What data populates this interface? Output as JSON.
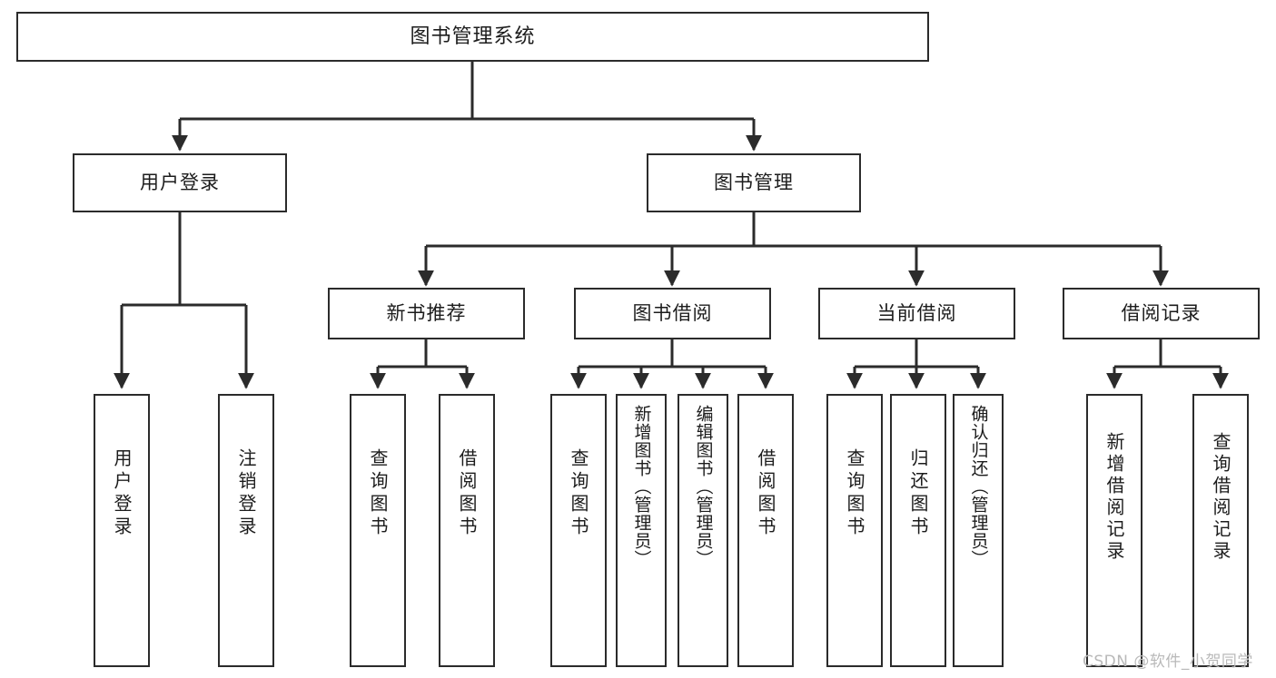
{
  "diagram": {
    "title": "图书管理系统",
    "type": "tree",
    "orientation": "top-down",
    "colors": {
      "box_border": "#2b2b2b",
      "box_fill": "#ffffff",
      "edge": "#2b2b2b",
      "text": "#1c1c1c",
      "watermark": "#b9b9b9",
      "background": "#ffffff"
    },
    "watermark": "CSDN @软件_小贺同学",
    "nodes": {
      "root": {
        "id": "root",
        "label": "图书管理系统",
        "level": 1
      },
      "level2": [
        {
          "id": "user-login",
          "label": "用户登录",
          "level": 2
        },
        {
          "id": "book-manage",
          "label": "图书管理",
          "level": 2
        }
      ],
      "level3": [
        {
          "id": "new-book-recommend",
          "label": "新书推荐",
          "level": 3,
          "parent": "book-manage"
        },
        {
          "id": "book-borrow",
          "label": "图书借阅",
          "level": 3,
          "parent": "book-manage"
        },
        {
          "id": "current-borrow",
          "label": "当前借阅",
          "level": 3,
          "parent": "book-manage"
        },
        {
          "id": "borrow-record",
          "label": "借阅记录",
          "level": 3,
          "parent": "book-manage"
        }
      ],
      "leaves": [
        {
          "id": "leaf-user-login",
          "label": "用户登录",
          "level": 3,
          "parent": "user-login"
        },
        {
          "id": "leaf-logout-login",
          "label": "注销登录",
          "level": 3,
          "parent": "user-login"
        },
        {
          "id": "leaf-query-book-1",
          "label": "查询图书",
          "level": 4,
          "parent": "new-book-recommend"
        },
        {
          "id": "leaf-borrow-book-1",
          "label": "借阅图书",
          "level": 4,
          "parent": "new-book-recommend"
        },
        {
          "id": "leaf-query-book-2",
          "label": "查询图书",
          "level": 4,
          "parent": "book-borrow"
        },
        {
          "id": "leaf-add-book",
          "label": "新增图书（管理员）",
          "level": 4,
          "parent": "book-borrow"
        },
        {
          "id": "leaf-edit-book",
          "label": "编辑图书（管理员）",
          "level": 4,
          "parent": "book-borrow"
        },
        {
          "id": "leaf-borrow-book-2",
          "label": "借阅图书",
          "level": 4,
          "parent": "book-borrow"
        },
        {
          "id": "leaf-query-book-3",
          "label": "查询图书",
          "level": 4,
          "parent": "current-borrow"
        },
        {
          "id": "leaf-return-book",
          "label": "归还图书",
          "level": 4,
          "parent": "current-borrow"
        },
        {
          "id": "leaf-confirm-return",
          "label": "确认归还（管理员）",
          "level": 4,
          "parent": "current-borrow"
        },
        {
          "id": "leaf-add-record",
          "label": "新增借阅记录",
          "level": 4,
          "parent": "borrow-record"
        },
        {
          "id": "leaf-query-record",
          "label": "查询借阅记录",
          "level": 4,
          "parent": "borrow-record"
        }
      ]
    }
  }
}
